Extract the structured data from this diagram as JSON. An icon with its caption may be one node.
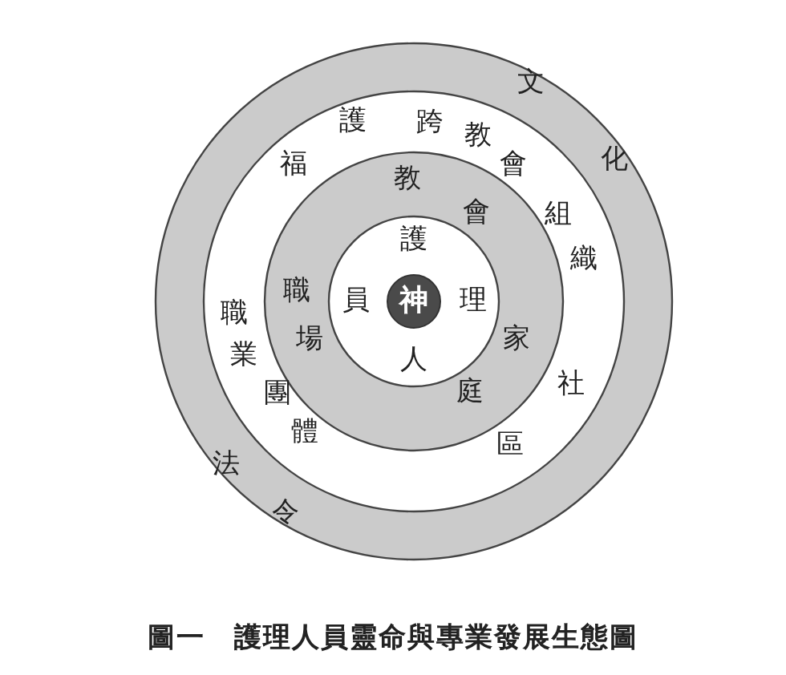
{
  "diagram": {
    "caption": "圖一　護理人員靈命與專業發展生態圖",
    "nodes": [
      {
        "text": [
          "神"
        ]
      }
    ],
    "labels": [
      "文化",
      "法令",
      "護福",
      "跨教會組織",
      "社區",
      "職業團體",
      "教會",
      "家庭",
      "職場",
      "護理人員"
    ]
  }
}
